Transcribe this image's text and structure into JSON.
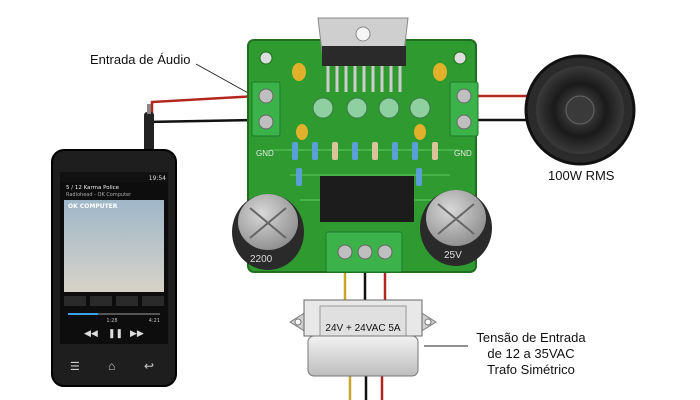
{
  "labels": {
    "audio_input": "Entrada de Áudio",
    "speaker_power": "100W RMS",
    "input_voltage_line1": "Tensão de Entrada",
    "input_voltage_line2": "de 12 a 35VAC",
    "input_voltage_line3": "Trafo Simétrico"
  },
  "board": {
    "gnd_left": "GND",
    "gnd_right": "GND",
    "capacitor_left": "2200",
    "capacitor_right": "25V"
  },
  "transformer": {
    "rating": "24V + 24VAC 5A"
  },
  "phone": {
    "time": "19:54",
    "track": "5 / 12 Karma Police",
    "artist": "Radiohead - OK Computer",
    "album": "OK COMPUTER",
    "elapsed": "1:28",
    "duration": "4:21"
  },
  "colors": {
    "pcb": "#2f9a2f",
    "terminal": "#3cb34a",
    "capacitor": "#2a2a2a",
    "wire_red": "#b3261e",
    "wire_black": "#111111"
  }
}
